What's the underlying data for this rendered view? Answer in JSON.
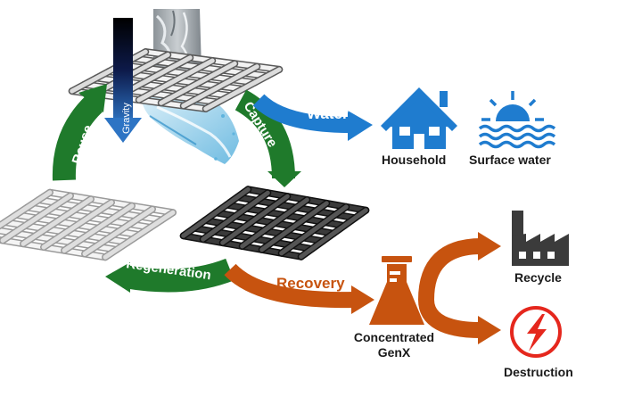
{
  "labels": {
    "gravity": "Gravity",
    "capture": "Capture",
    "reuse": "Reuse",
    "regeneration": "Regeneration",
    "water": "Water",
    "recovery": "Recovery",
    "household": "Household",
    "surface_water": "Surface water",
    "concentrated_line1": "Concentrated",
    "concentrated_line2": "GenX",
    "recycle": "Recycle",
    "destruction": "Destruction"
  },
  "icons": {
    "mesh_top": "mesh-icon",
    "mesh_clean": "mesh-clean-icon",
    "mesh_saturated": "mesh-saturated-icon",
    "waterfall": "waterfall-icon",
    "gravity_arrow": "gravity-arrow-icon",
    "house": "house-icon",
    "sun_water": "sunset-water-icon",
    "flask": "flask-icon",
    "factory": "factory-icon",
    "destruction": "lightning-icon"
  },
  "colors": {
    "green": "#1f7a2b",
    "blue": "#1f7ccf",
    "orange": "#c7530f",
    "red": "#e5271d",
    "dark_gray": "#3b3b3b",
    "navy": "#0d1a4a"
  }
}
